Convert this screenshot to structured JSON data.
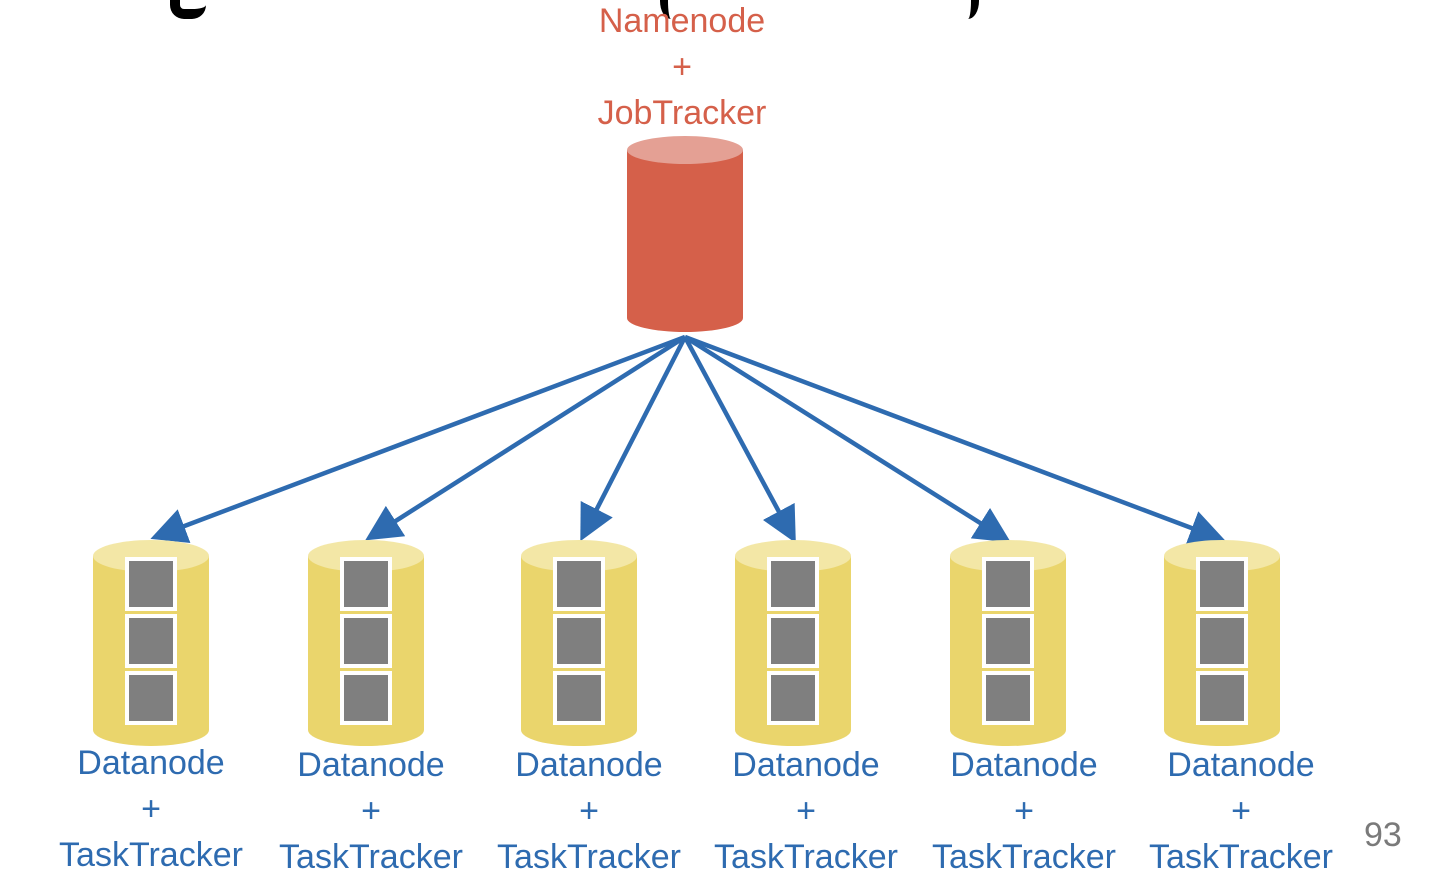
{
  "colors": {
    "master_body": "#D5604A",
    "master_top": "#E4A094",
    "worker_body": "#EAD56C",
    "worker_top": "#F3E7A6",
    "block_fill": "#7F7F7F",
    "block_border": "#FFFFFF",
    "arrow": "#2E6BB0",
    "master_text": "#D5604A",
    "worker_text": "#2E6BB0",
    "page_number_text": "#7A7A7A"
  },
  "master": {
    "line1": "Namenode",
    "line2": "+",
    "line3": "JobTracker",
    "icon": "cylinder-icon"
  },
  "workers": [
    {
      "line1": "Datanode",
      "line2": "+",
      "line3": "TaskTracker",
      "blocks": 3
    },
    {
      "line1": "Datanode",
      "line2": "+",
      "line3": "TaskTracker",
      "blocks": 3
    },
    {
      "line1": "Datanode",
      "line2": "+",
      "line3": "TaskTracker",
      "blocks": 3
    },
    {
      "line1": "Datanode",
      "line2": "+",
      "line3": "TaskTracker",
      "blocks": 3
    },
    {
      "line1": "Datanode",
      "line2": "+",
      "line3": "TaskTracker",
      "blocks": 3
    },
    {
      "line1": "Datanode",
      "line2": "+",
      "line3": "TaskTracker",
      "blocks": 3
    }
  ],
  "page_number": "93"
}
